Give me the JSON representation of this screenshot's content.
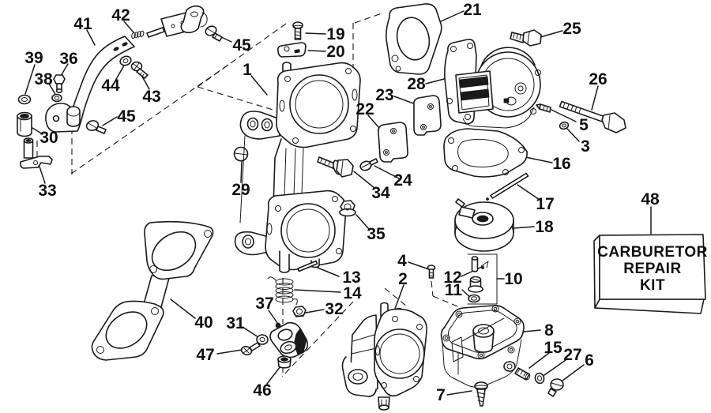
{
  "labels": {
    "p1": "1",
    "p2": "2",
    "p3": "3",
    "p4": "4",
    "p5": "5",
    "p6": "6",
    "p7": "7",
    "p8": "8",
    "p10": "10",
    "p11": "11",
    "p12": "12",
    "p13": "13",
    "p14": "14",
    "p15": "15",
    "p16": "16",
    "p17": "17",
    "p18": "18",
    "p19": "19",
    "p20": "20",
    "p21": "21",
    "p22": "22",
    "p23": "23",
    "p24": "24",
    "p25": "25",
    "p26": "26",
    "p27": "27",
    "p28": "28",
    "p29": "29",
    "p30": "30",
    "p31": "31",
    "p32": "32",
    "p33": "33",
    "p34": "34",
    "p35": "35",
    "p36": "36",
    "p37": "37",
    "p38": "38",
    "p39": "39",
    "p40": "40",
    "p41": "41",
    "p42": "42",
    "p43": "43",
    "p44": "44",
    "p45": "45",
    "p46": "46",
    "p47": "47",
    "p48": "48"
  },
  "kit_box": {
    "line1": "CARBURETOR",
    "line2": "REPAIR",
    "line3": "KIT"
  }
}
